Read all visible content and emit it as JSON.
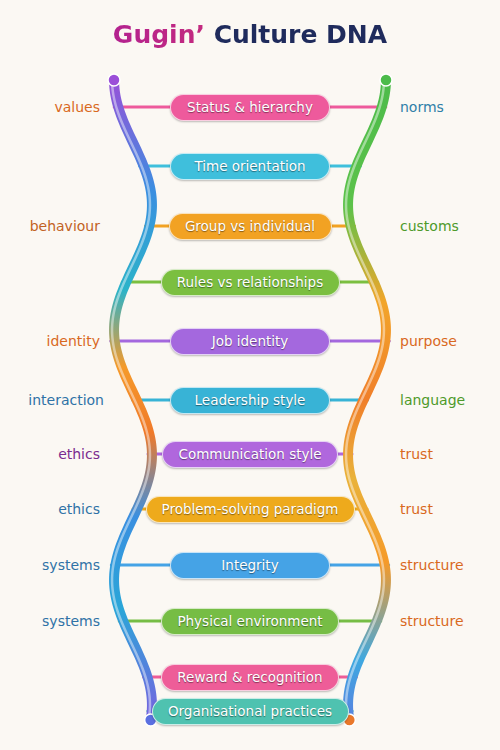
{
  "diagram": {
    "title": "Gugin’ Culture DNA",
    "nodes": [
      {
        "text": [
          "Status & hierarchy"
        ]
      },
      {
        "text": [
          "Time orientation"
        ]
      },
      {
        "text": [
          "Group vs individual"
        ]
      },
      {
        "text": [
          "Rules vs relationships"
        ]
      },
      {
        "text": [
          "Job identity"
        ]
      },
      {
        "text": [
          "Leadership style"
        ]
      },
      {
        "text": [
          "Communication style"
        ]
      },
      {
        "text": [
          "Problem-solving paradigm"
        ]
      },
      {
        "text": [
          "Integrity"
        ]
      },
      {
        "text": [
          "Physical environment"
        ]
      },
      {
        "text": [
          "Reward & recognition"
        ]
      },
      {
        "text": [
          "Organisational practices"
        ]
      }
    ],
    "labels": [
      "values",
      "norms",
      "behaviour",
      "customs",
      "identity",
      "purpose",
      "interaction",
      "language",
      "ethics",
      "trust",
      "ethics",
      "trust",
      "systems",
      "structure",
      "systems",
      "structure"
    ]
  }
}
